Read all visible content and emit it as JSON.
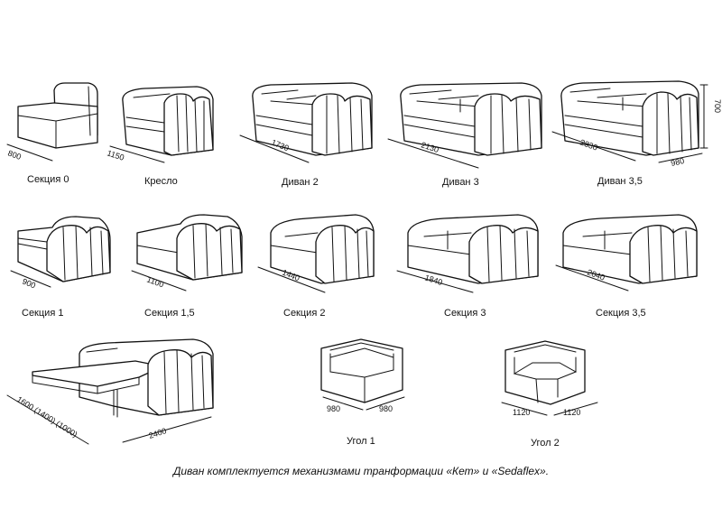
{
  "items": [
    {
      "label": "Секция 0",
      "dims": [
        "800"
      ]
    },
    {
      "label": "Кресло",
      "dims": [
        "1150"
      ]
    },
    {
      "label": "Диван 2",
      "dims": [
        "1730"
      ]
    },
    {
      "label": "Диван 3",
      "dims": [
        "2130"
      ]
    },
    {
      "label": "Диван 3,5",
      "dims": [
        "2330",
        "980",
        "700"
      ]
    },
    {
      "label": "Секция 1",
      "dims": [
        "900"
      ]
    },
    {
      "label": "Секция 1,5",
      "dims": [
        "1100"
      ]
    },
    {
      "label": "Секция 2",
      "dims": [
        "1440"
      ]
    },
    {
      "label": "Секция 3",
      "dims": [
        "1840"
      ]
    },
    {
      "label": "Секция 3,5",
      "dims": [
        "2040"
      ]
    },
    {
      "label": "",
      "dims": [
        "1600 (1400) (1000)",
        "2400"
      ]
    },
    {
      "label": "Угол 1",
      "dims": [
        "980",
        "980"
      ]
    },
    {
      "label": "Угол  2",
      "dims": [
        "1120",
        "1120"
      ]
    }
  ],
  "footer": "Диван  комплектуется   механизмами  транформации «Кет» и «Sedaflex»."
}
